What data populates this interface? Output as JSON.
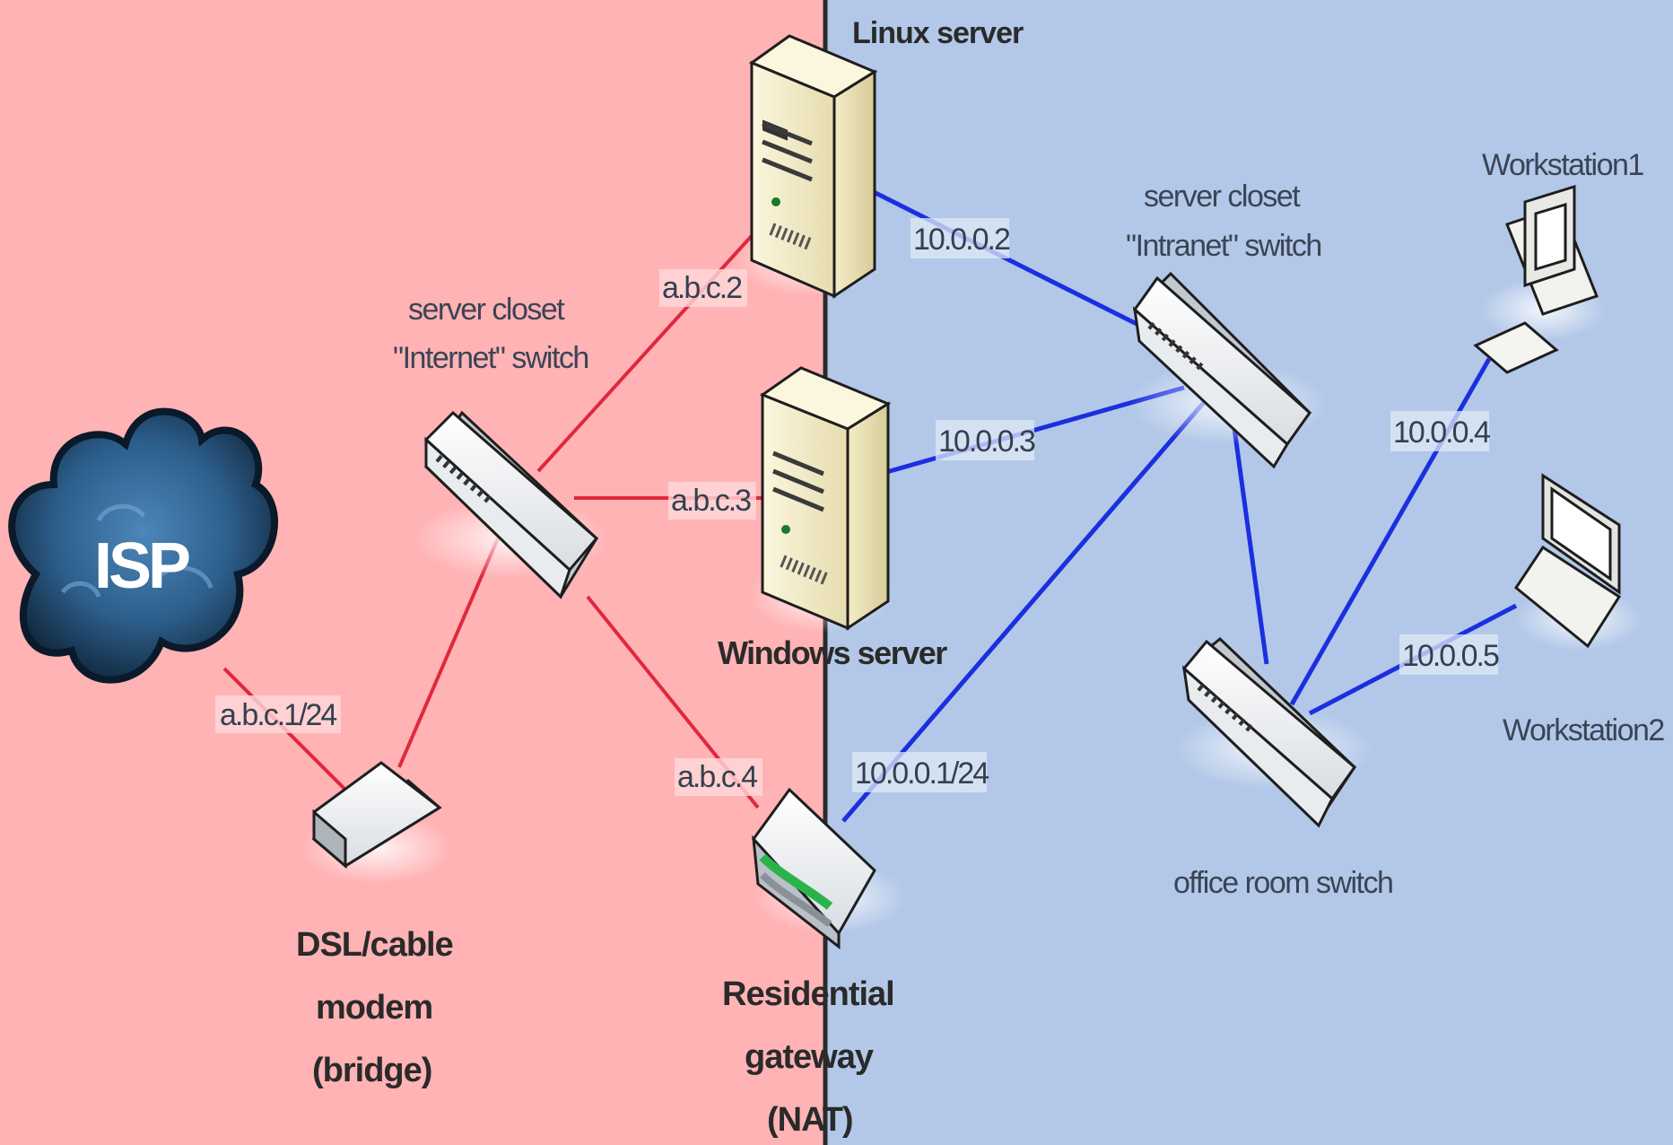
{
  "nodes": {
    "isp": "ISP",
    "internet_switch": {
      "line1": "server closet",
      "line2": "\"Internet\" switch"
    },
    "modem": {
      "line1": "DSL/cable",
      "line2": "modem",
      "line3": "(bridge)"
    },
    "linux_server": "Linux server",
    "windows_server": "Windows server",
    "gateway": {
      "line1": "Residential",
      "line2": "gateway",
      "line3": "(NAT)"
    },
    "intranet_switch": {
      "line1": "server closet",
      "line2": "\"Intranet\" switch"
    },
    "office_switch": "office room switch",
    "workstation1": "Workstation1",
    "workstation2": "Workstation2"
  },
  "addresses": {
    "isp_link": "a.b.c.1/24",
    "linux_public": "a.b.c.2",
    "windows_public": "a.b.c.3",
    "gateway_public": "a.b.c.4",
    "linux_private": "10.0.0.2",
    "windows_private": "10.0.0.3",
    "gateway_private": "10.0.0.1/24",
    "workstation1": "10.0.0.4",
    "workstation2": "10.0.0.5"
  },
  "colors": {
    "public_zone": "#ffb3b5",
    "private_zone": "#b3c8e8",
    "public_links": "#e0283c",
    "private_links": "#1b2fe0"
  }
}
